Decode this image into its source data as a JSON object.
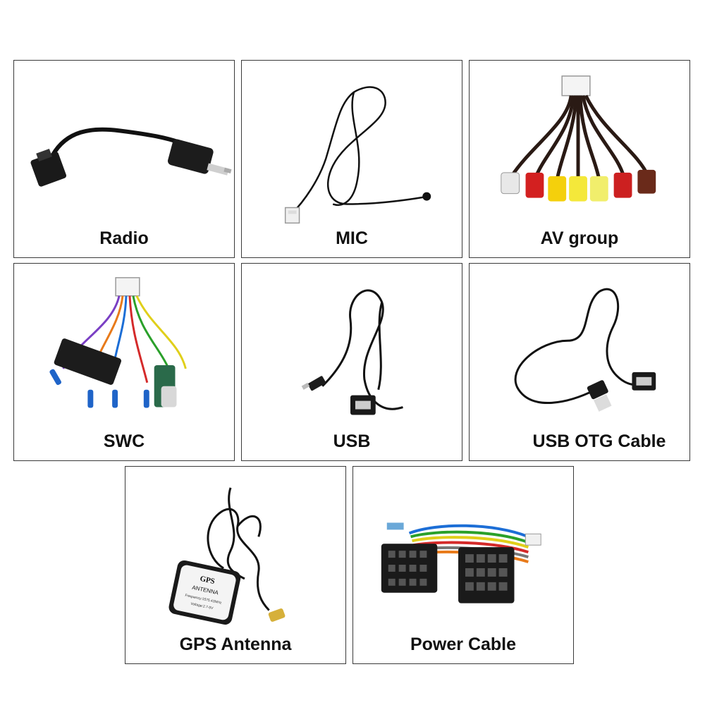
{
  "items": [
    {
      "label": "Radio"
    },
    {
      "label": "MIC"
    },
    {
      "label": "AV group"
    },
    {
      "label": "SWC"
    },
    {
      "label": "USB"
    },
    {
      "label": "USB OTG Cable"
    },
    {
      "label": "GPS Antenna"
    },
    {
      "label": "Power Cable"
    }
  ],
  "gps_module": {
    "title": "GPS",
    "subtitle": "ANTENNA",
    "frequency": "Frequency:1575.42MHz",
    "voltage": "Voltage:2.7-5V"
  },
  "colors": {
    "border": "#3a3a3a",
    "cable": "#111111",
    "label": "#111111"
  }
}
